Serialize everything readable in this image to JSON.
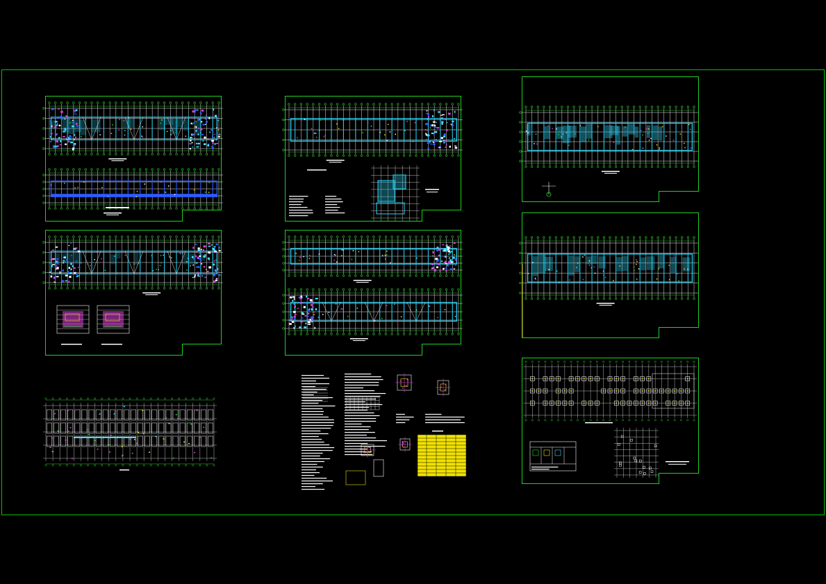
{
  "canvas": {
    "background": "#000000",
    "frame_color": "#1fd21f"
  },
  "palette": {
    "grid": "#e6e6e6",
    "axis_bubble": "#2ecc2e",
    "wall": "#27c8e8",
    "wall_bright": "#3fe0ff",
    "blue_band": "#2b5cff",
    "magenta": "#e040e0",
    "yellow": "#f0e020",
    "green": "#22dd22",
    "white": "#ffffff",
    "table_yellow": "#f2e200"
  },
  "sheets": [
    {
      "id": "sheet-left-top",
      "kind": "plan-pair"
    },
    {
      "id": "sheet-left-mid",
      "kind": "plan-with-details"
    },
    {
      "id": "sheet-left-bottom",
      "kind": "column-layout"
    },
    {
      "id": "sheet-center-top",
      "kind": "plan-with-inset"
    },
    {
      "id": "sheet-center-mid",
      "kind": "plan-pair"
    },
    {
      "id": "sheet-center-bottom",
      "kind": "general-notes"
    },
    {
      "id": "sheet-right-top",
      "kind": "plan"
    },
    {
      "id": "sheet-right-mid",
      "kind": "plan"
    },
    {
      "id": "sheet-right-bottom",
      "kind": "foundation"
    }
  ]
}
